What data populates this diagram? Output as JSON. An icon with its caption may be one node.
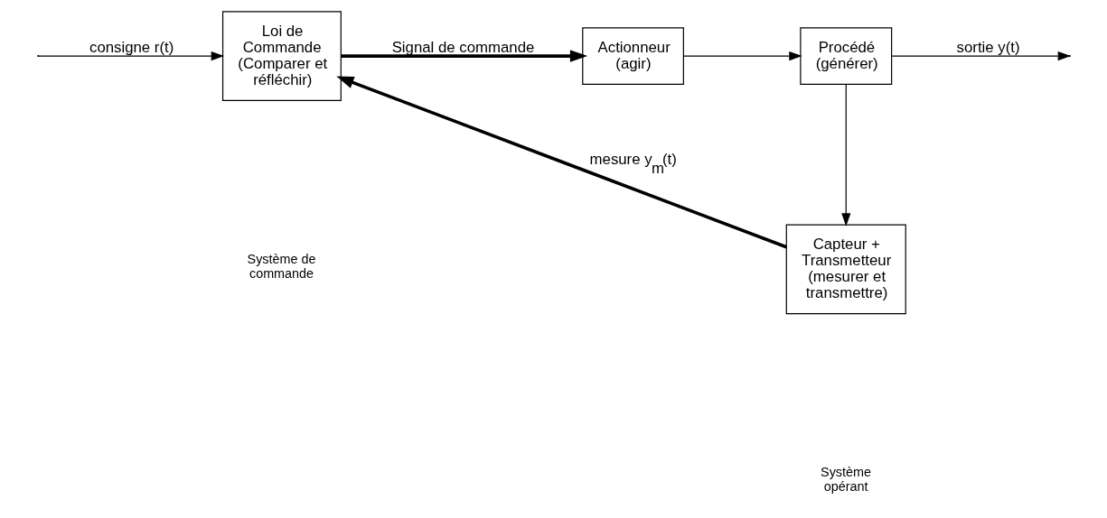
{
  "diagram": {
    "nodes": [
      {
        "text": [
          "Loi de Commande (Comparer et réfléchir)"
        ]
      },
      {
        "text": [
          "Actionneur (agir)"
        ]
      },
      {
        "text": [
          "Procédé (générer)"
        ]
      },
      {
        "text": [
          "Capteur + Transmetteur (mesurer et transmettre)"
        ]
      }
    ],
    "edges": [
      {
        "from": null,
        "to": 0,
        "arrow": "to",
        "label": "consigne r(t)"
      },
      {
        "from": 0,
        "to": 1,
        "arrow": "to",
        "label": "Signal de commande",
        "style": "thick"
      },
      {
        "from": 1,
        "to": 2,
        "arrow": "to"
      },
      {
        "from": 2,
        "to": null,
        "arrow": "to",
        "label": "sortie y(t)"
      },
      {
        "from": 2,
        "to": 3,
        "arrow": "to"
      },
      {
        "from": 3,
        "to": 0,
        "arrow": "to",
        "label": "mesure y$_{m}$(t)",
        "style": "thick"
      }
    ],
    "labels": [
      "Système de commande",
      "Système opérant"
    ]
  }
}
